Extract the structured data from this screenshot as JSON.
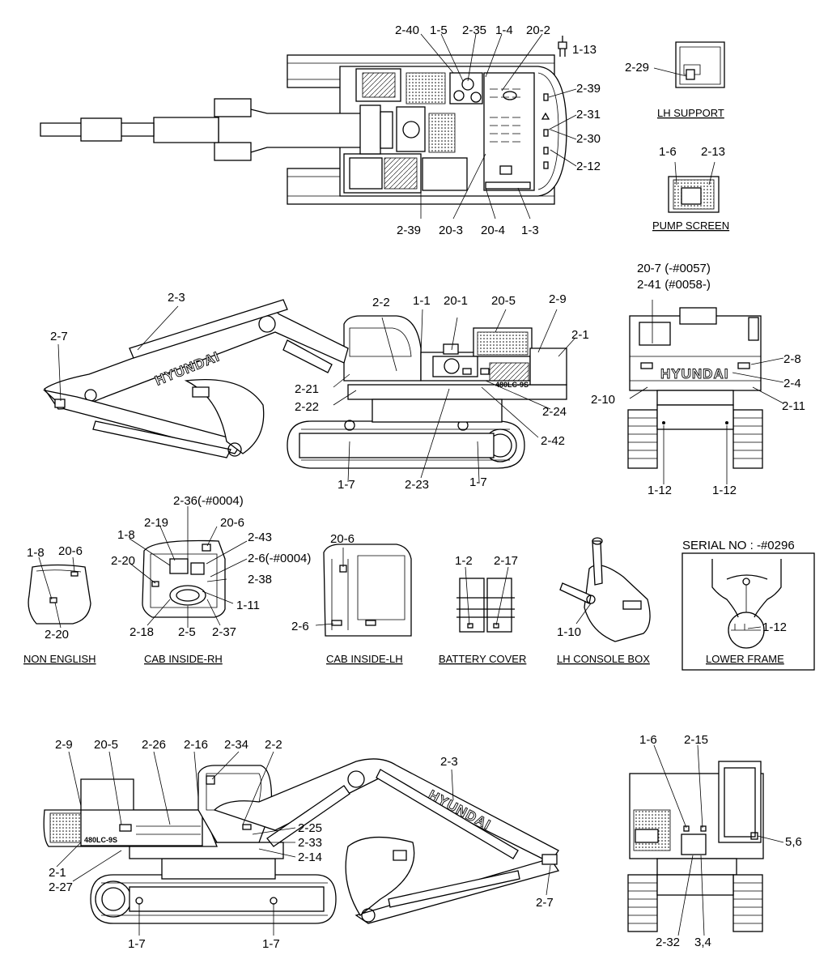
{
  "diagram": {
    "captions": {
      "lh_support": "LH SUPPORT",
      "pump_screen": "PUMP SCREEN",
      "non_english": "NON ENGLISH",
      "cab_inside_rh": "CAB INSIDE-RH",
      "cab_inside_lh": "CAB INSIDE-LH",
      "battery_cover": "BATTERY COVER",
      "lh_console_box": "LH CONSOLE BOX",
      "lower_frame": "LOWER FRAME"
    },
    "serial_no": "SERIAL NO : -#0296",
    "brand": "HYUNDAI",
    "model": "480LC-9S",
    "top_view_labels": [
      "2-40",
      "1-5",
      "2-35",
      "1-4",
      "20-2",
      "1-13",
      "2-39",
      "2-31",
      "2-30",
      "2-12",
      "2-39",
      "20-3",
      "20-4",
      "1-3"
    ],
    "lh_support_labels": [
      "2-29"
    ],
    "pump_screen_labels": [
      "1-6",
      "2-13"
    ],
    "side_view_labels": [
      "2-3",
      "2-7",
      "2-2",
      "1-1",
      "20-1",
      "20-5",
      "2-9",
      "2-1",
      "2-21",
      "2-22",
      "2-24",
      "2-42",
      "1-7",
      "2-23",
      "1-7"
    ],
    "rear_view_labels": [
      "20-7 (-#0057)",
      "2-41 (#0058-)",
      "2-8",
      "2-4",
      "2-10",
      "2-11",
      "1-12",
      "1-12"
    ],
    "non_english_labels": [
      "1-8",
      "20-6",
      "2-20"
    ],
    "cab_rh_labels": [
      "2-36(-#0004)",
      "2-19",
      "20-6",
      "1-8",
      "2-43",
      "2-20",
      "2-6(-#0004)",
      "2-38",
      "1-11",
      "2-18",
      "2-5",
      "2-37"
    ],
    "cab_lh_labels": [
      "20-6",
      "2-6"
    ],
    "battery_labels": [
      "1-2",
      "2-17"
    ],
    "console_labels": [
      "1-10"
    ],
    "lower_frame_labels": [
      "1-12"
    ],
    "right_side_labels": [
      "2-9",
      "20-5",
      "2-26",
      "2-16",
      "2-34",
      "2-2",
      "2-3",
      "2-25",
      "2-33",
      "2-14",
      "2-1",
      "2-27",
      "2-7",
      "1-7",
      "1-7"
    ],
    "front_view_labels": [
      "1-6",
      "2-15",
      "5,6",
      "2-32",
      "3,4"
    ]
  }
}
